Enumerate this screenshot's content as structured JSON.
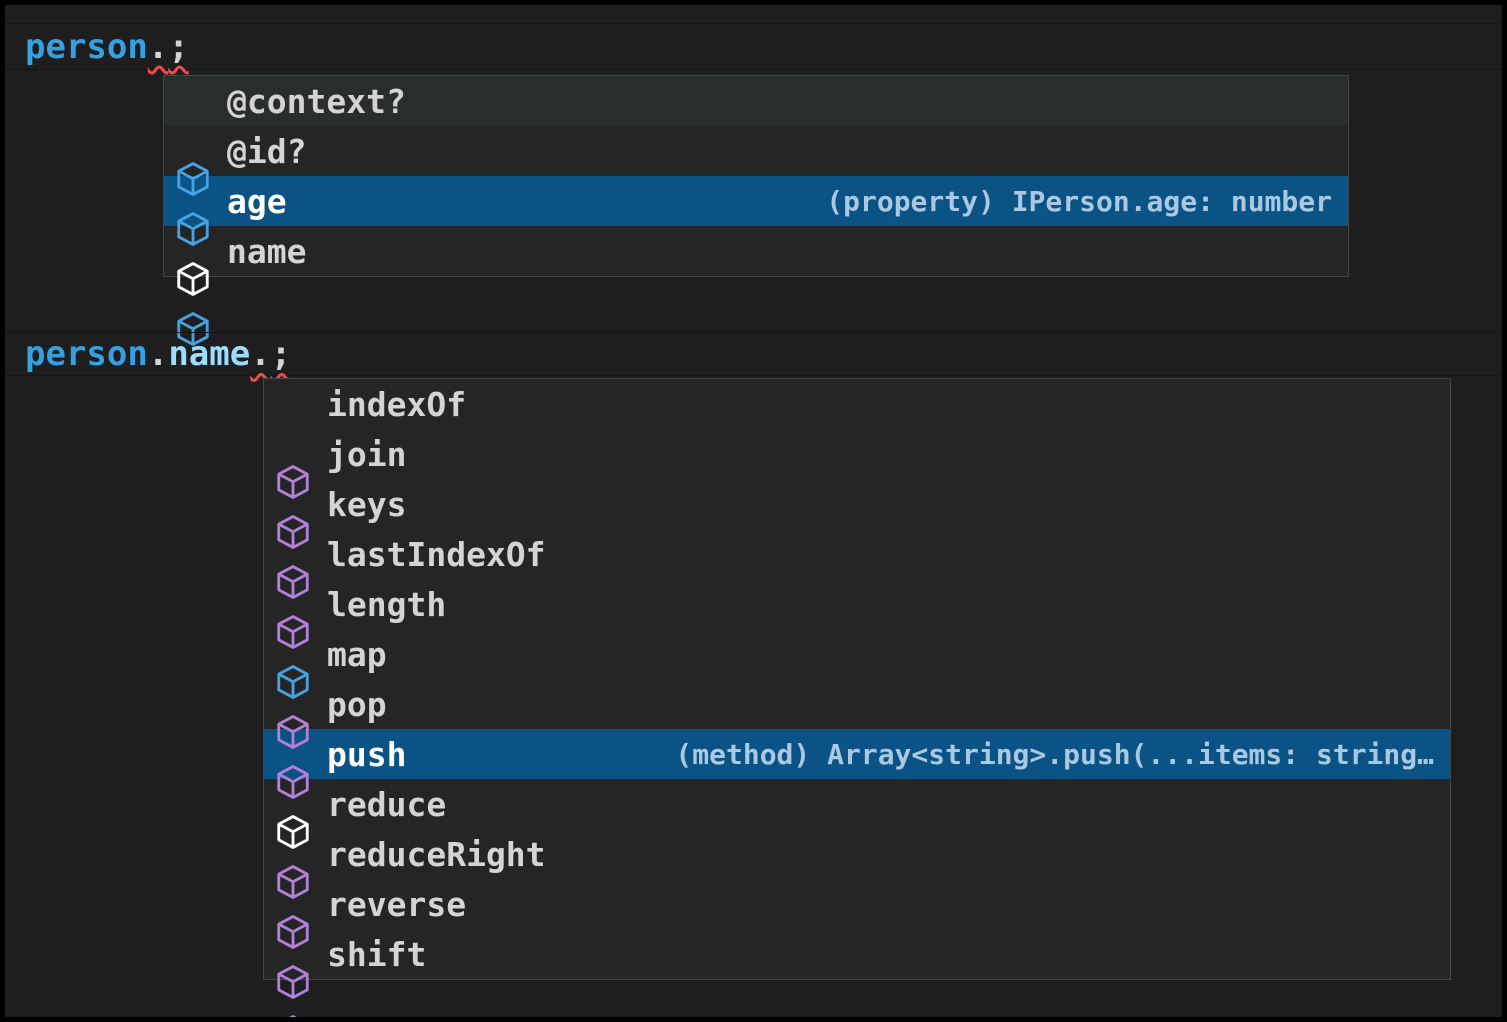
{
  "colors": {
    "editor_background": "#1e1e1e",
    "widget_background": "#252526",
    "widget_border": "#454545",
    "selection_blue": "#0b5285",
    "property_icon_blue": "#47a2e2",
    "method_icon_purple": "#b180d7",
    "error_squiggle_red": "#f14c4c",
    "variable_blue": "#35a0e2",
    "member_light_blue": "#9cdcfe"
  },
  "editor": {
    "line1": {
      "tokens": [
        {
          "text": "person"
        },
        {
          "text": "."
        },
        {
          "text": ";"
        }
      ]
    },
    "line2": {
      "tokens": [
        {
          "text": "person"
        },
        {
          "text": "."
        },
        {
          "text": "name"
        },
        {
          "text": "."
        },
        {
          "text": ";"
        }
      ]
    }
  },
  "suggest_person": {
    "items": [
      {
        "label": "@context?",
        "kind": "property",
        "icon": "symbol-property-icon"
      },
      {
        "label": "@id?",
        "kind": "property",
        "icon": "symbol-property-icon"
      },
      {
        "label": "age",
        "kind": "property",
        "icon": "symbol-property-icon",
        "selected": true,
        "detail": "(property) IPerson.age: number"
      },
      {
        "label": "name",
        "kind": "property",
        "icon": "symbol-property-icon"
      }
    ]
  },
  "suggest_name": {
    "items": [
      {
        "label": "indexOf",
        "kind": "method",
        "icon": "symbol-method-icon"
      },
      {
        "label": "join",
        "kind": "method",
        "icon": "symbol-method-icon"
      },
      {
        "label": "keys",
        "kind": "method",
        "icon": "symbol-method-icon"
      },
      {
        "label": "lastIndexOf",
        "kind": "method",
        "icon": "symbol-method-icon"
      },
      {
        "label": "length",
        "kind": "property",
        "icon": "symbol-property-icon"
      },
      {
        "label": "map",
        "kind": "method",
        "icon": "symbol-method-icon"
      },
      {
        "label": "pop",
        "kind": "method",
        "icon": "symbol-method-icon"
      },
      {
        "label": "push",
        "kind": "method",
        "icon": "symbol-method-icon",
        "selected": true,
        "detail": "(method) Array<string>.push(...items: string…"
      },
      {
        "label": "reduce",
        "kind": "method",
        "icon": "symbol-method-icon"
      },
      {
        "label": "reduceRight",
        "kind": "method",
        "icon": "symbol-method-icon"
      },
      {
        "label": "reverse",
        "kind": "method",
        "icon": "symbol-method-icon"
      },
      {
        "label": "shift",
        "kind": "method",
        "icon": "symbol-method-icon"
      }
    ]
  }
}
